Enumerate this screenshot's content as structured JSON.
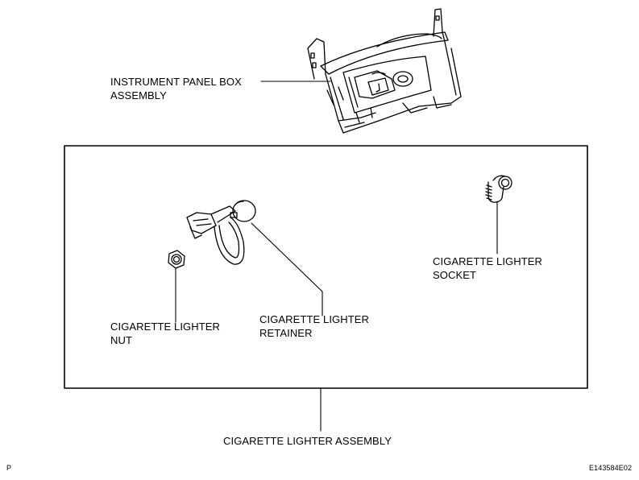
{
  "labels": {
    "panel_box_line1": "INSTRUMENT PANEL BOX",
    "panel_box_line2": "ASSEMBLY",
    "socket_line1": "CIGARETTE LIGHTER",
    "socket_line2": "SOCKET",
    "nut_line1": "CIGARETTE LIGHTER",
    "nut_line2": "NUT",
    "retainer_line1": "CIGARETTE LIGHTER",
    "retainer_line2": "RETAINER",
    "assembly": "CIGARETTE LIGHTER ASSEMBLY"
  },
  "corner": {
    "left": "P",
    "right": "E143584E02"
  }
}
